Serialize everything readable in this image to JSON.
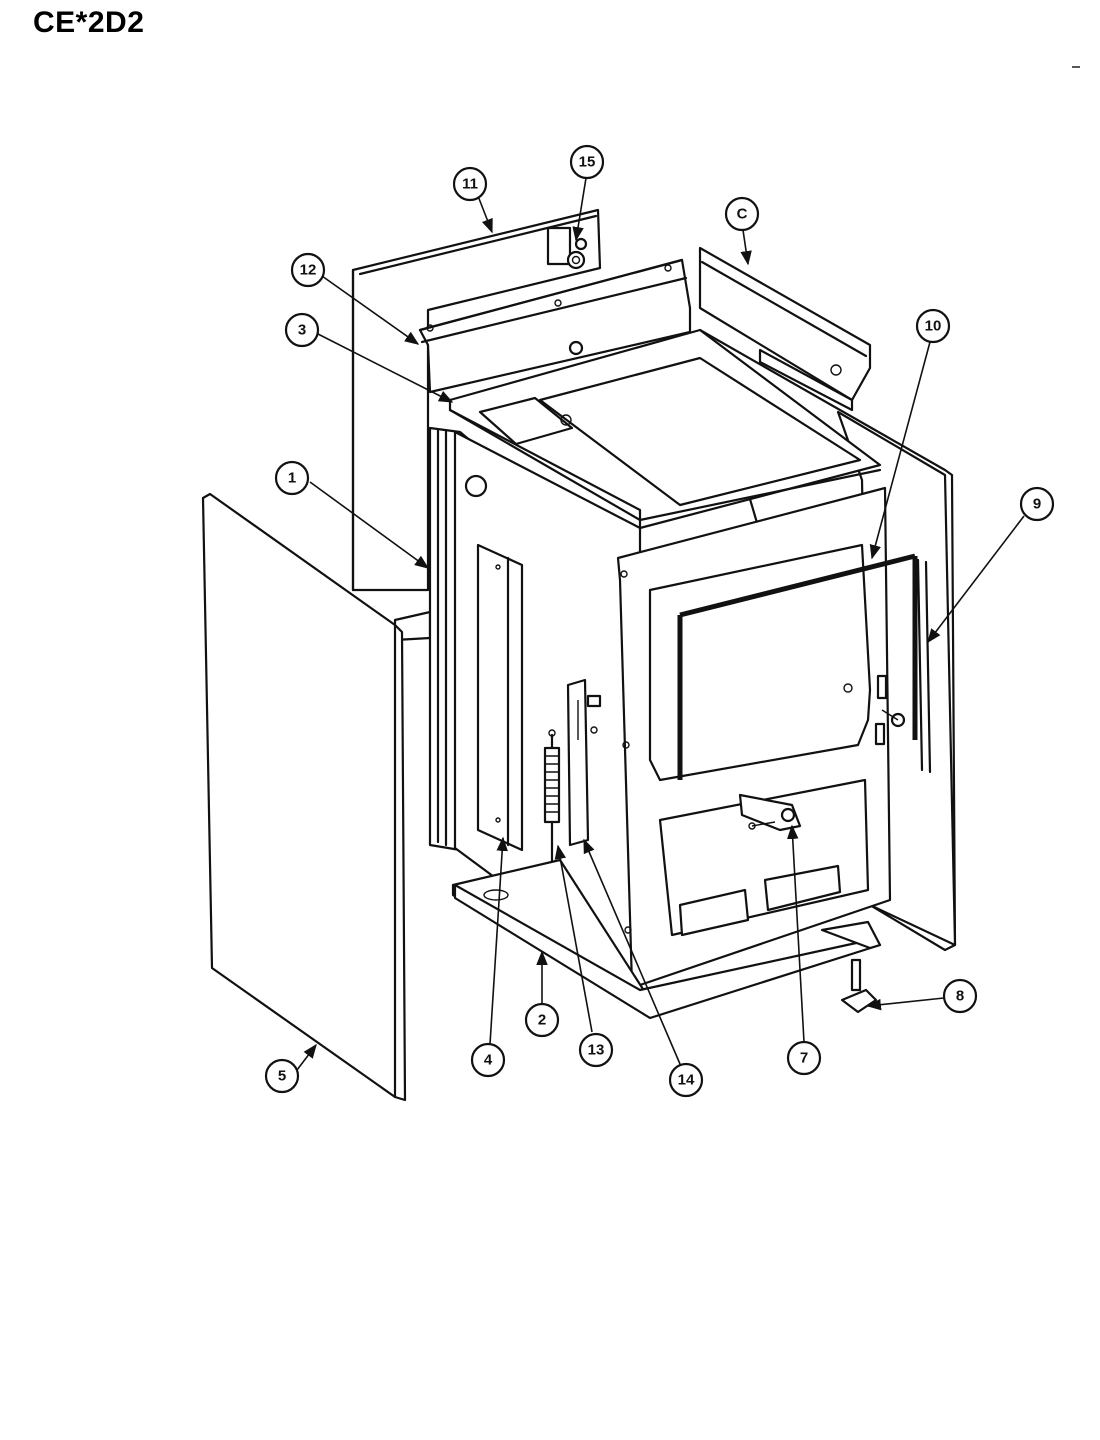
{
  "title": "CE*2D2",
  "callouts": [
    {
      "label": "1"
    },
    {
      "label": "2"
    },
    {
      "label": "3"
    },
    {
      "label": "4"
    },
    {
      "label": "5"
    },
    {
      "label": "7"
    },
    {
      "label": "8"
    },
    {
      "label": "9"
    },
    {
      "label": "10"
    },
    {
      "label": "11"
    },
    {
      "label": "12"
    },
    {
      "label": "13"
    },
    {
      "label": "14"
    },
    {
      "label": "15"
    },
    {
      "label": "C"
    }
  ]
}
